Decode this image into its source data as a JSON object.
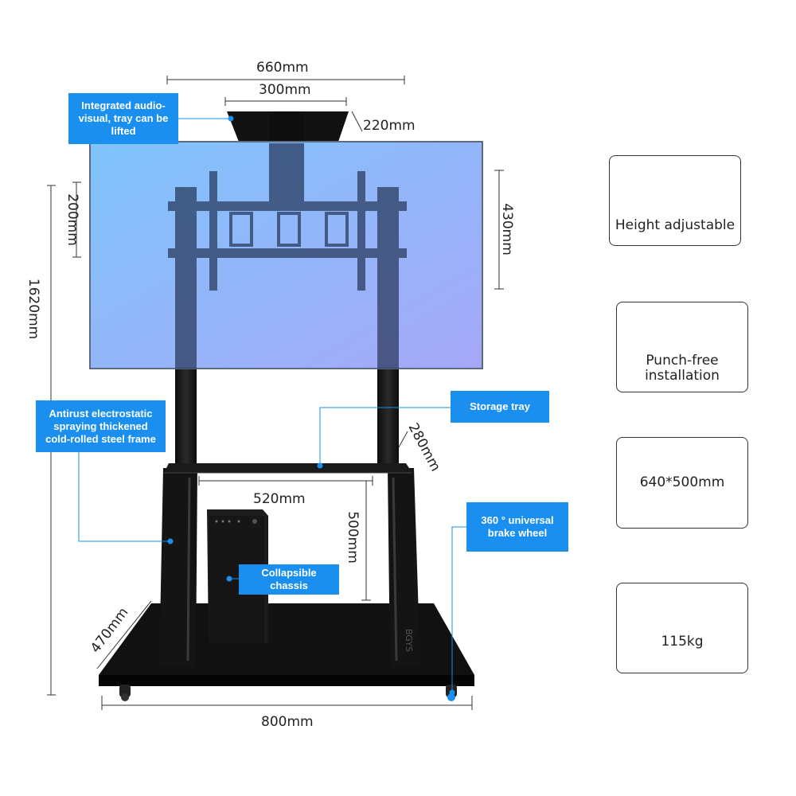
{
  "dimensions": {
    "total_width_top": "660mm",
    "tray_width": "300mm",
    "tray_depth": "220mm",
    "vesa_height": "200mm",
    "mount_height": "430mm",
    "total_height": "1620mm",
    "storage_depth": "280mm",
    "storage_width": "520mm",
    "chassis_height": "500mm",
    "base_depth": "470mm",
    "base_width": "800mm"
  },
  "callouts": {
    "audio_tray": "Integrated audio-visual, tray can be lifted",
    "frame": "Antirust electrostatic spraying thickened cold-rolled steel frame",
    "storage_tray": "Storage tray",
    "wheel": "360 ° universal brake wheel",
    "chassis": "Collapsible chassis"
  },
  "brand_mark": "BGYS",
  "features": [
    {
      "label": "Height adjustable",
      "icon": "updown-arrows-icon"
    },
    {
      "label": "Punch-free installation",
      "icon": "drill-icon"
    },
    {
      "label": "640*500mm",
      "icon": ""
    },
    {
      "label": "115kg",
      "icon": "weight-load-icon"
    }
  ],
  "colors": {
    "callout_bg": "#1a8ff0",
    "screen_gradient_start": "#7fc4fb",
    "screen_gradient_end": "#a6a8f7",
    "stand": "#151515"
  }
}
